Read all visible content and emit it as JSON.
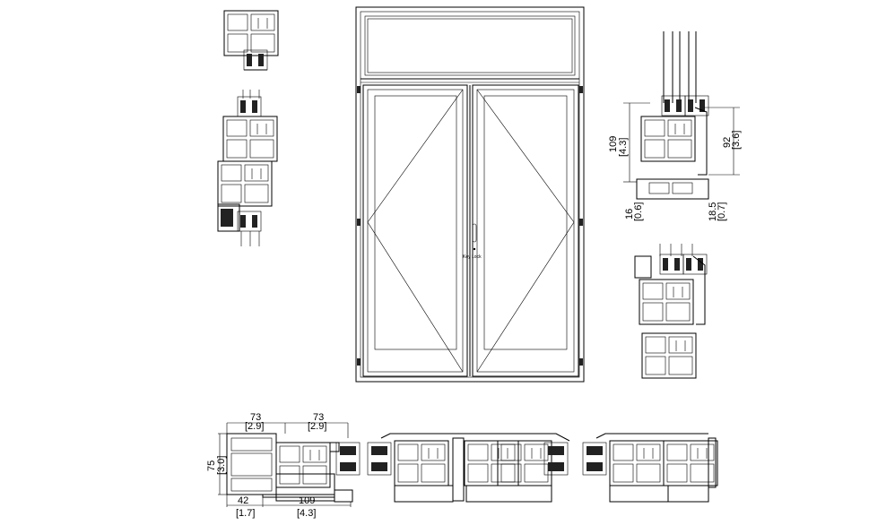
{
  "elevation": {
    "lock_label": "Key Lock"
  },
  "dimensions": {
    "vertical_section": {
      "height_109": "109",
      "height_109_in": "[4.3]",
      "height_92": "92",
      "height_92_in": "[3.6]",
      "sill_16": "16",
      "sill_16_in": "[0.6]",
      "sill_18_5": "18.5",
      "sill_18_5_in": "[0.7]"
    },
    "horizontal_section": {
      "width_73_a": "73",
      "width_73_a_in": "[2.9]",
      "width_73_b": "73",
      "width_73_b_in": "[2.9]",
      "height_75": "75",
      "height_75_in": "[3.0]",
      "width_42": "42",
      "width_42_in": "[1.7]",
      "width_109": "109",
      "width_109_in": "[4.3]"
    }
  }
}
